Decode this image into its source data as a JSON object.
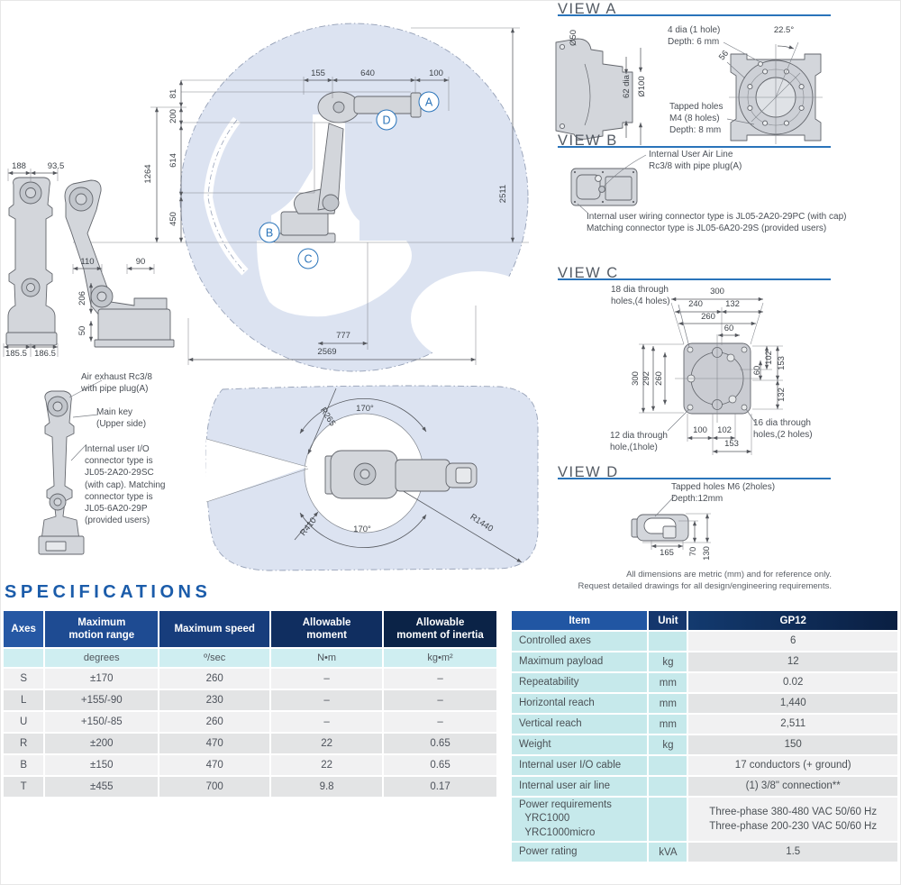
{
  "colors": {
    "accent_blue": "#2a74ba",
    "title_blue": "#1b5caa",
    "envelope_fill": "#dce3f1",
    "table_header_start": "#2658a4",
    "table_header_end": "#0b2347",
    "teal_cell": "#c6e9eb",
    "unit_row": "#cfeef1",
    "row_light": "#f1f1f2",
    "row_dark": "#e3e4e5"
  },
  "views": {
    "a": {
      "title": "VIEW A",
      "dia50": "Ø50",
      "hole": "4 dia (1 hole)\nDepth: 6 mm",
      "angle": "22.5°",
      "n56": "56",
      "dia62": "62 dia",
      "dia100": "Ø100",
      "tapped": "Tapped holes\nM4 (8 holes)\nDepth: 8 mm"
    },
    "b": {
      "title": "VIEW B",
      "airline": "Internal User Air Line\nRc3/8 with pipe plug(A)",
      "wiring": "Internal user wiring connector type is JL05-2A20-29PC (with cap)\nMatching connector type is JL05-6A20-29S (provided users)"
    },
    "c": {
      "title": "VIEW C",
      "holes18": "18 dia through\nholes,(4 holes)",
      "holes12": "12 dia through\nhole,(1hole)",
      "holes16": "16 dia through\nholes,(2 holes)",
      "d300t": "300",
      "d240": "240",
      "d132t": "132",
      "d260t": "260",
      "d60t": "60",
      "d102r": "102",
      "d153r": "153",
      "d60r": "60",
      "d132r": "132",
      "d300l": "300",
      "d292l": "292",
      "d260l": "260",
      "d100b": "100",
      "d102b": "102",
      "d153b": "153"
    },
    "d": {
      "title": "VIEW D",
      "tapped": "Tapped holes M6 (2holes)\nDepth:12mm",
      "d165": "165",
      "d70": "70",
      "d130": "130"
    },
    "note": "All dimensions are metric (mm) and for reference only.\nRequest detailed drawings for all design/engineering requirements."
  },
  "side_view": {
    "d155": "155",
    "d640": "640",
    "d100": "100",
    "d81": "81",
    "d200": "200",
    "d614": "614",
    "d450": "450",
    "d1264": "1264",
    "d2511": "2511",
    "d777": "777",
    "d2569": "2569",
    "marker_a": "A",
    "marker_b": "B",
    "marker_c": "C",
    "marker_d": "D"
  },
  "top_view": {
    "r265": "R265",
    "deg_top": "170°",
    "r410": "R410",
    "deg_bottom": "170°",
    "r1440": "R1440"
  },
  "front_view": {
    "d188": "188",
    "d93_5": "93.5",
    "d110": "110",
    "d90": "90",
    "d206": "206",
    "d50": "50",
    "d185_5": "185.5",
    "d186_5": "186.5"
  },
  "annotations": {
    "air_exhaust": "Air exhaust Rc3/8\nwith pipe plug(A)",
    "main_key": "Main key\n(Upper side)",
    "io_connector": "Internal user I/O\nconnector type is\nJL05-2A20-29SC\n(with cap). Matching\nconnector type is\nJL05-6A20-29P\n(provided users)"
  },
  "specifications": {
    "title": "SPECIFICATIONS",
    "axes_table": {
      "headers": [
        "Axes",
        "Maximum\nmotion range",
        "Maximum speed",
        "Allowable\nmoment",
        "Allowable\nmoment of inertia"
      ],
      "units": [
        "",
        "degrees",
        "º/sec",
        "N•m",
        "kg•m²"
      ],
      "rows": [
        [
          "S",
          "±170",
          "260",
          "–",
          "–"
        ],
        [
          "L",
          "+155/-90",
          "230",
          "–",
          "–"
        ],
        [
          "U",
          "+150/-85",
          "260",
          "–",
          "–"
        ],
        [
          "R",
          "±200",
          "470",
          "22",
          "0.65"
        ],
        [
          "B",
          "±150",
          "470",
          "22",
          "0.65"
        ],
        [
          "T",
          "±455",
          "700",
          "9.8",
          "0.17"
        ]
      ]
    },
    "item_table": {
      "headers": [
        "Item",
        "Unit",
        "GP12"
      ],
      "rows": [
        [
          "Controlled axes",
          "",
          "6"
        ],
        [
          "Maximum payload",
          "kg",
          "12"
        ],
        [
          "Repeatability",
          "mm",
          "0.02"
        ],
        [
          "Horizontal reach",
          "mm",
          "1,440"
        ],
        [
          "Vertical reach",
          "mm",
          "2,511"
        ],
        [
          "Weight",
          "kg",
          "150"
        ],
        [
          "Internal user I/O cable",
          "",
          "17 conductors (+ ground)"
        ],
        [
          "Internal user air line",
          "",
          "(1) 3/8\" connection**"
        ],
        [
          "Power requirements\n  YRC1000\n  YRC1000micro",
          "",
          "Three-phase 380-480 VAC 50/60 Hz\nThree-phase 200-230 VAC 50/60 Hz"
        ],
        [
          "Power rating",
          "kVA",
          "1.5"
        ]
      ]
    }
  }
}
